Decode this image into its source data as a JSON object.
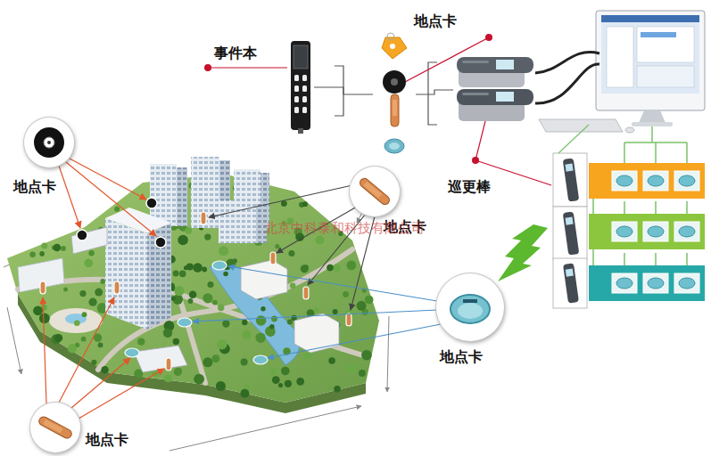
{
  "diagram": {
    "nodes": [
      {
        "text": [
          "事件本"
        ]
      },
      {
        "text": [
          "地点卡"
        ]
      },
      {
        "text": [
          "巡更棒"
        ]
      },
      {
        "text": [
          "地点卡"
        ]
      },
      {
        "text": [
          "地点卡"
        ]
      },
      {
        "text": [
          "地点卡"
        ]
      },
      {
        "text": [
          "地点卡"
        ]
      }
    ],
    "edges": [
      {
        "from": 0,
        "to": 1,
        "arrow": "none"
      },
      {
        "from": 1,
        "to": 2,
        "arrow": "none"
      }
    ],
    "labels": [
      "北京中科泰和科技有限公司"
    ]
  }
}
